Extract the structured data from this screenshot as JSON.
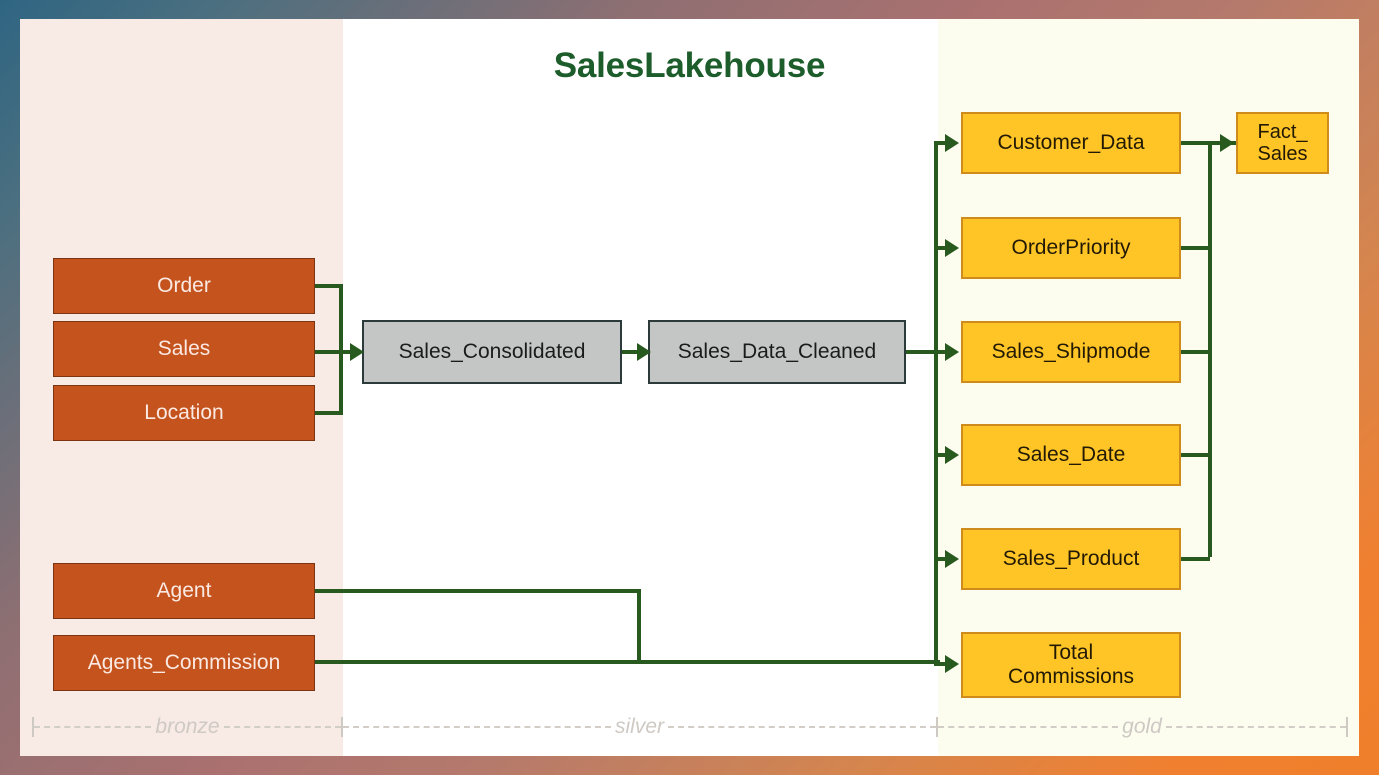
{
  "title": "SalesLakehouse",
  "theme": {
    "bronze_fill": "#c4531e",
    "bronze_border": "#7d3413",
    "bronze_text": "#fbe9e2",
    "silver_fill": "#c3c6c5",
    "silver_border": "#2c3b3a",
    "gold_fill": "#ffc425",
    "gold_border": "#d08c1b",
    "connector": "#28591f",
    "title_color": "#1d5c2b",
    "zone_bronze_bg": "#f8eae5",
    "zone_silver_bg": "#ffffff",
    "zone_gold_bg": "#fcfcef",
    "axis_label_color": "#cfc9c4"
  },
  "bronze": {
    "layer_label": "bronze",
    "nodes": [
      {
        "id": "order",
        "label": "Order"
      },
      {
        "id": "sales",
        "label": "Sales"
      },
      {
        "id": "location",
        "label": "Location"
      },
      {
        "id": "agent",
        "label": "Agent"
      },
      {
        "id": "agents_commission",
        "label": "Agents_Commission"
      }
    ]
  },
  "silver": {
    "layer_label": "silver",
    "nodes": [
      {
        "id": "sales_consolidated",
        "label": "Sales_Consolidated"
      },
      {
        "id": "sales_data_cleaned",
        "label": "Sales_Data_Cleaned"
      }
    ]
  },
  "gold": {
    "layer_label": "gold",
    "nodes": [
      {
        "id": "customer_data",
        "label": "Customer_Data"
      },
      {
        "id": "order_priority",
        "label": "OrderPriority"
      },
      {
        "id": "sales_shipmode",
        "label": "Sales_Shipmode"
      },
      {
        "id": "sales_date",
        "label": "Sales_Date"
      },
      {
        "id": "sales_product",
        "label": "Sales_Product"
      },
      {
        "id": "total_commissions_line1",
        "label": "Total"
      },
      {
        "id": "total_commissions_line2",
        "label": "Commissions"
      }
    ],
    "fact": {
      "id": "fact_sales",
      "line1": "Fact_",
      "line2": "Sales"
    }
  }
}
